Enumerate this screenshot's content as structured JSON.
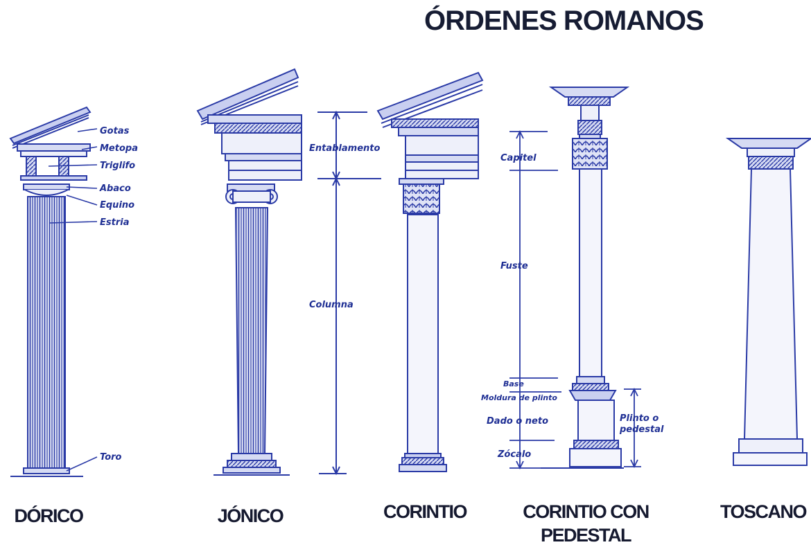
{
  "title": "ÓRDENES ROMANOS",
  "colors": {
    "ink": "#2a3aa6",
    "title": "#161c33",
    "background": "#ffffff"
  },
  "orders": {
    "doric": "DÓRICO",
    "ionic": "JÓNICO",
    "corinthian": "CORINTIO",
    "corinthian_pedestal_line1": "CORINTIO CON",
    "corinthian_pedestal_line2": "PEDESTAL",
    "tuscan": "TOSCANO"
  },
  "labels": {
    "gotas": "Gotas",
    "metopa": "Metopa",
    "triglifo": "Triglifo",
    "abaco": "Abaco",
    "equino": "Equino",
    "estria": "Estria",
    "toro": "Toro",
    "entablamento": "Entablamento",
    "columna": "Columna",
    "capitel": "Capitel",
    "fuste": "Fuste",
    "base": "Base",
    "moldura_plinto": "Moldura de plinto",
    "dado_neto": "Dado o neto",
    "zocalo": "Zócalo",
    "plinto_pedestal_1": "Plinto o",
    "plinto_pedestal_2": "pedestal"
  }
}
